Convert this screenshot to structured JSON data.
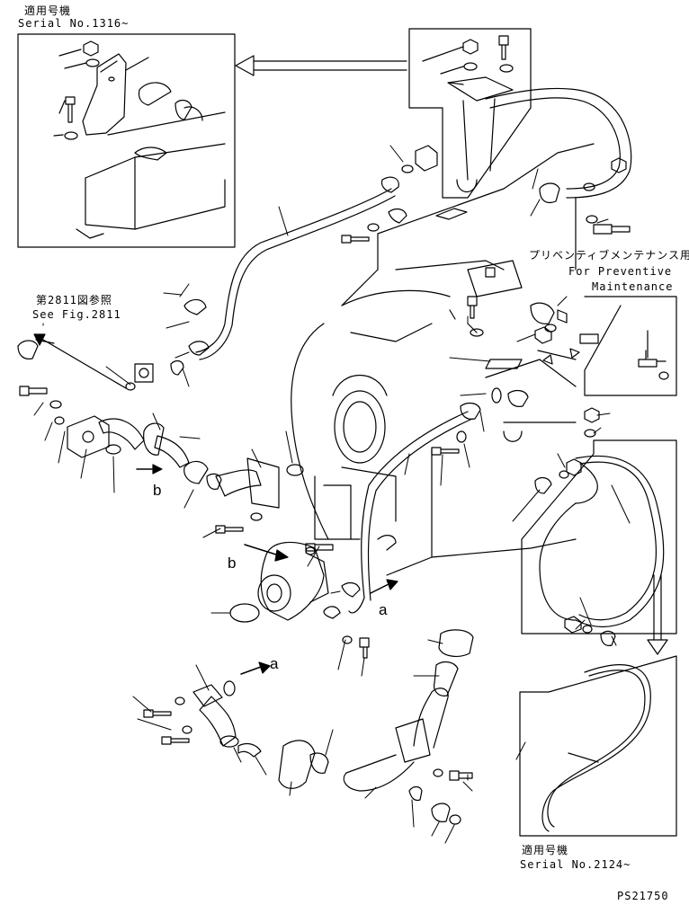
{
  "labels": {
    "serial_top_jp": "適用号機",
    "serial_top": "Serial No.1316~",
    "fig_ref_jp": "第2811図参照",
    "fig_ref": "See Fig.2811",
    "maint_jp": "プリベンティブメンテナンス用",
    "maint_1": "For Preventive",
    "maint_2": "Maintenance",
    "serial_bottom_jp": "適用号機",
    "serial_bottom": "Serial No.2124~",
    "ref_a": "a",
    "ref_b": "b",
    "drawing_no": "PS21750"
  }
}
